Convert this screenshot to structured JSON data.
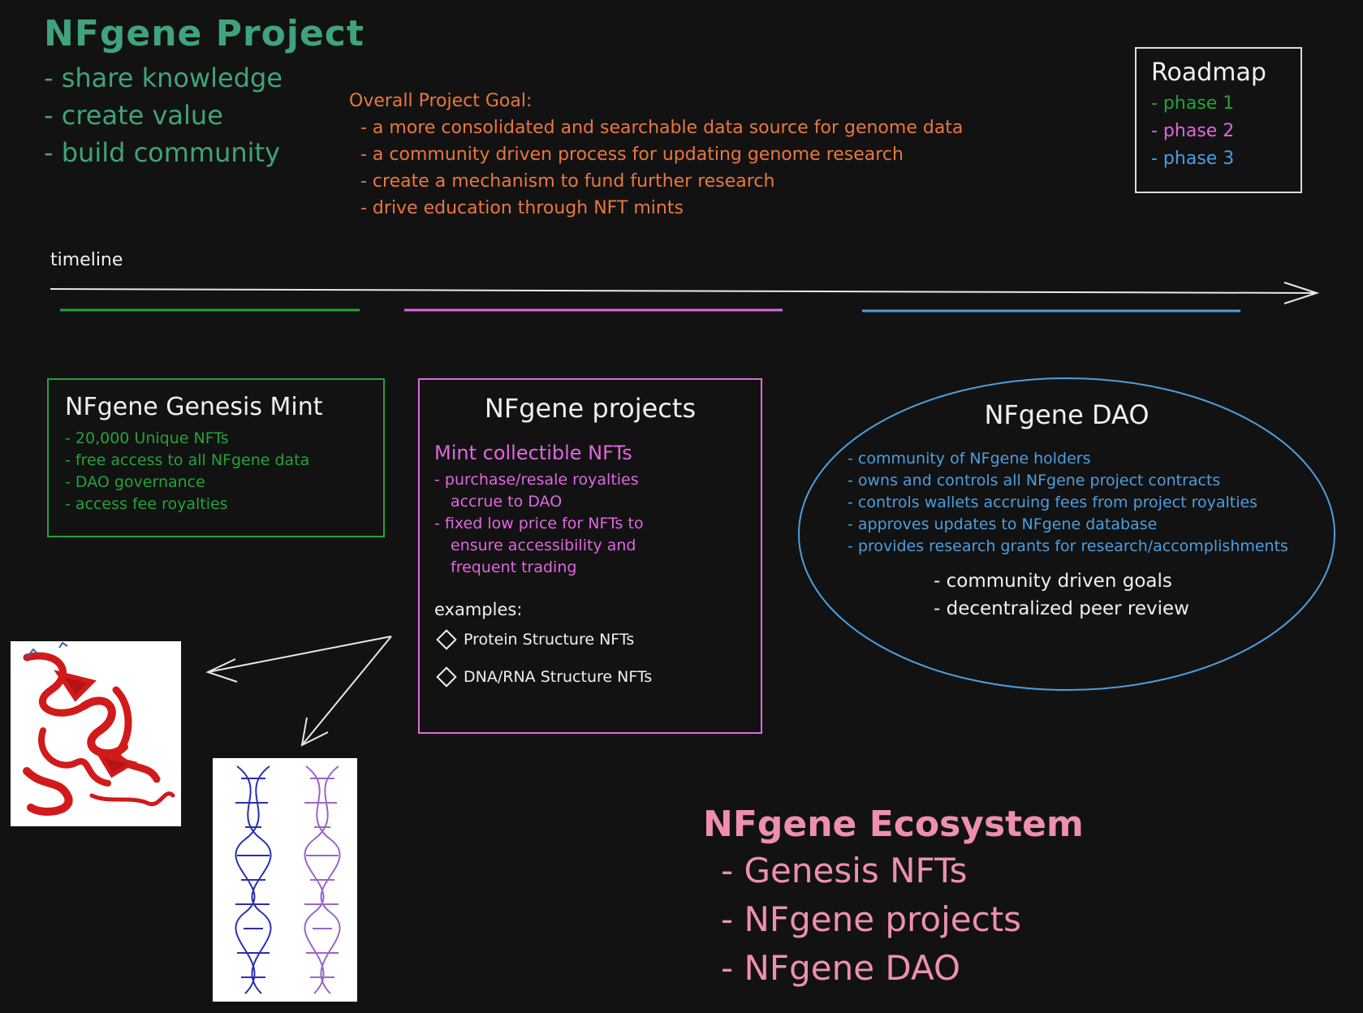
{
  "project": {
    "title": "NFgene Project",
    "items": [
      "- share knowledge",
      "- create value",
      "- build community"
    ]
  },
  "goal": {
    "heading": "Overall Project Goal:",
    "items": [
      "- a more consolidated and searchable data source for genome data",
      "- a community driven process for updating genome research",
      "- create a mechanism to fund further research",
      "- drive education through NFT mints"
    ]
  },
  "roadmap": {
    "title": "Roadmap",
    "phases": [
      "- phase 1",
      "- phase 2",
      "- phase 3"
    ],
    "colors": [
      "#23a33a",
      "#e066e0",
      "#4d9ee0"
    ]
  },
  "timeline": {
    "label": "timeline"
  },
  "genesis": {
    "title": "NFgene Genesis Mint",
    "items": [
      "- 20,000 Unique NFTs",
      "- free access to all NFgene data",
      "- DAO governance",
      "- access fee royalties"
    ]
  },
  "projects": {
    "title": "NFgene projects",
    "mint_title": "Mint collectible NFTs",
    "items": [
      [
        "- purchase/resale royalties",
        "accrue to DAO"
      ],
      [
        "- fixed low price for NFTs to",
        "ensure accessibility and",
        "frequent trading"
      ]
    ],
    "examples_label": "examples:",
    "examples": [
      "Protein Structure NFTs",
      "DNA/RNA Structure NFTs"
    ]
  },
  "dao": {
    "title": "NFgene DAO",
    "items": [
      "- community of NFgene holders",
      "- owns and controls all NFgene project contracts",
      "- controls wallets accruing fees from project royalties",
      "- approves updates to NFgene database",
      "- provides research grants for research/accomplishments"
    ],
    "extra": [
      "- community driven goals",
      "- decentralized peer review"
    ]
  },
  "ecosystem": {
    "title": "NFgene Ecosystem",
    "items": [
      "- Genesis NFTs",
      "- NFgene projects",
      "- NFgene DAO"
    ]
  },
  "colors": {
    "background": "#121212",
    "project_green": "#3fa37c",
    "goal_orange": "#e9773f",
    "phase1_green": "#23a33a",
    "phase2_pink": "#e066e0",
    "phase3_blue": "#4d9ee0",
    "ecosystem_pink": "#ee8fb2"
  }
}
